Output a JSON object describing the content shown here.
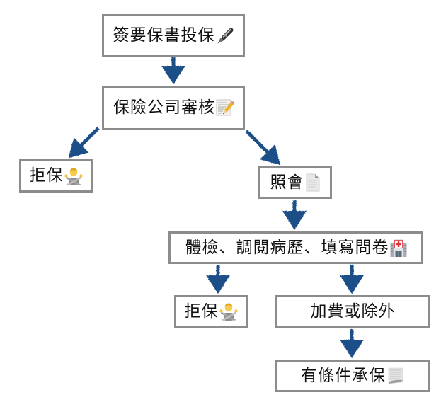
{
  "diagram": {
    "title": "",
    "nodes": [
      {
        "id": "apply",
        "label": "簽要保書投保",
        "icon": "pen-icon"
      },
      {
        "id": "review",
        "label": "保險公司審核",
        "icon": "memo-icon"
      },
      {
        "id": "reject_1",
        "label": "拒保",
        "icon": "person-gesturing-no-icon"
      },
      {
        "id": "inquiry",
        "label": "照會",
        "icon": "page-facing-up-icon"
      },
      {
        "id": "exam",
        "label": "體檢、調閱病歷、填寫問卷",
        "icon": "hospital-icon"
      },
      {
        "id": "reject_2",
        "label": "拒保",
        "icon": "person-gesturing-no-icon"
      },
      {
        "id": "surcharge",
        "label": "加費或除外"
      },
      {
        "id": "conditional",
        "label": "有條件承保",
        "icon": "page-with-curl-icon"
      }
    ],
    "edges": [
      {
        "from": "apply",
        "to": "review"
      },
      {
        "from": "review",
        "to": "reject_1"
      },
      {
        "from": "review",
        "to": "inquiry"
      },
      {
        "from": "inquiry",
        "to": "exam"
      },
      {
        "from": "exam",
        "to": "reject_2"
      },
      {
        "from": "exam",
        "to": "surcharge"
      },
      {
        "from": "surcharge",
        "to": "conditional"
      }
    ],
    "colors": {
      "arrow": "#1f4f87",
      "border": "#8c8c8c",
      "text": "#111111",
      "background": "#ffffff"
    }
  }
}
